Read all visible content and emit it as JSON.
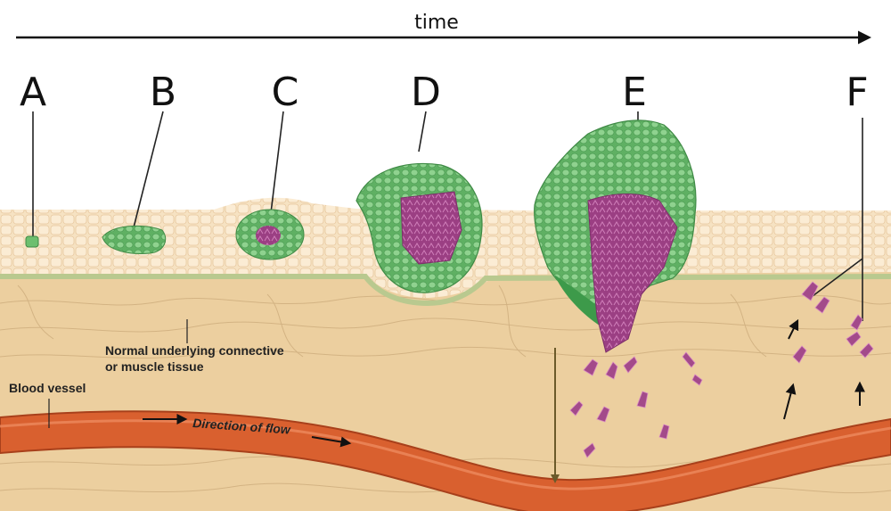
{
  "header": {
    "time_label": "time"
  },
  "stages": [
    {
      "letter": "A"
    },
    {
      "letter": "B"
    },
    {
      "letter": "C"
    },
    {
      "letter": "D"
    },
    {
      "letter": "E"
    },
    {
      "letter": "F"
    }
  ],
  "tissue": {
    "connective_line1": "Normal underlying connective",
    "connective_line2": "or muscle tissue",
    "blood_vessel": "Blood vessel",
    "flow": "Direction of flow"
  },
  "colors": {
    "epithelium": "#f3dcb8",
    "connective": "#eccf9f",
    "vessel": "#d9602f",
    "tumor_green": "#7cc57e",
    "tumor_core": "#a34a8a",
    "membrane": "#b9c98f"
  }
}
